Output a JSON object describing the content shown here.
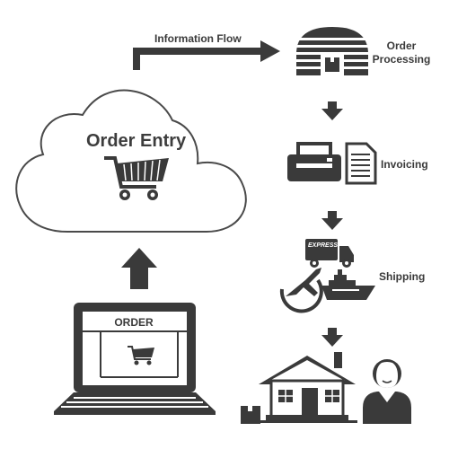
{
  "labels": {
    "information_flow": "Information Flow",
    "order_processing_line1": "Order",
    "order_processing_line2": "Processing",
    "invoicing": "Invoicing",
    "shipping": "Shipping",
    "order_entry": "Order Entry",
    "order_header": "ORDER",
    "express": "EXPRESS"
  },
  "colors": {
    "icon": "#3a3a3a",
    "cloud_stroke": "#4a4a4a",
    "background": "#ffffff"
  },
  "icons": [
    "warehouse-icon",
    "printer-icon",
    "document-icon",
    "express-truck-icon",
    "airplane-globe-icon",
    "ship-icon",
    "house-icon",
    "box-icon",
    "customer-icon",
    "shopping-cart-icon",
    "laptop-icon"
  ]
}
